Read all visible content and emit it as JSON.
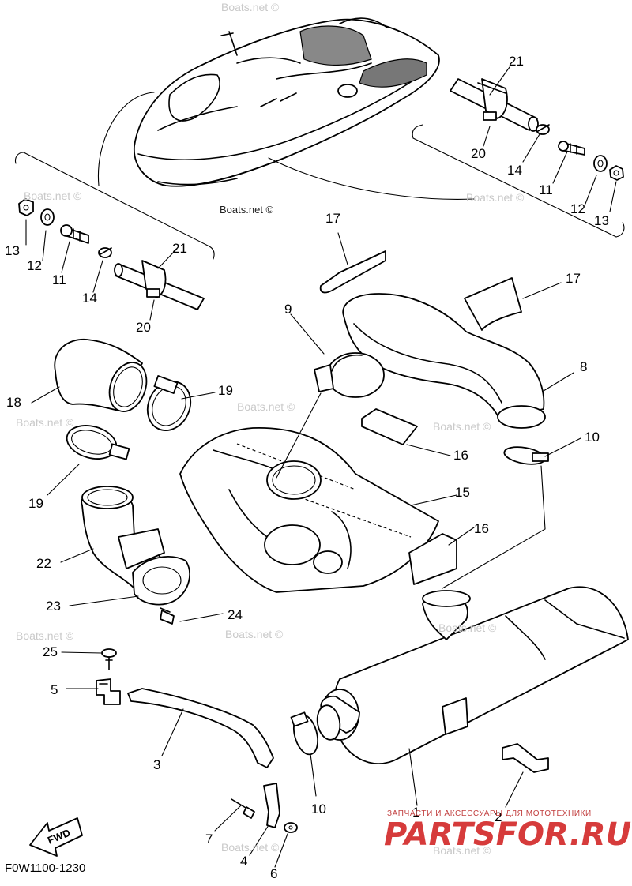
{
  "diagram": {
    "drawing_code": "F0W1100-1230",
    "fwd_label": "FWD",
    "watermarks": [
      "Boats.net ©",
      "Boats.net ©",
      "Boats.net ©",
      "Boats.net ©",
      "Boats.net ©",
      "Boats.net ©",
      "Boats.net ©",
      "Boats.net ©",
      "Boats.net ©",
      "Boats.net ©",
      "Boats.net ©",
      "Boats.net ©"
    ],
    "callouts": [
      "1",
      "2",
      "3",
      "4",
      "5",
      "6",
      "7",
      "8",
      "9",
      "10",
      "10",
      "11",
      "11",
      "12",
      "12",
      "13",
      "13",
      "14",
      "14",
      "15",
      "16",
      "16",
      "17",
      "17",
      "18",
      "19",
      "19",
      "20",
      "20",
      "21",
      "21",
      "22",
      "23",
      "24",
      "25"
    ]
  },
  "branding": {
    "tagline": "ЗАПЧАСТИ И АКСЕССУАРЫ ДЛЯ МОТОТЕХНИКИ",
    "logo_text": "PARTSFOR.RU"
  }
}
